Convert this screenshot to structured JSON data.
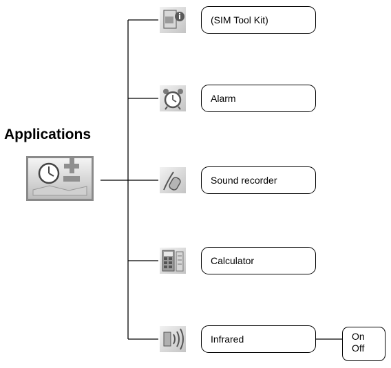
{
  "heading": "Applications",
  "main_icon": "applications-clock-plus-minus-icon",
  "items": [
    {
      "label": "(SIM Tool Kit)",
      "icon": "sim-card-info-icon"
    },
    {
      "label": "Alarm",
      "icon": "alarm-clock-icon"
    },
    {
      "label": "Sound recorder",
      "icon": "microphone-recorder-icon"
    },
    {
      "label": "Calculator",
      "icon": "calculator-icon"
    },
    {
      "label": "Infrared",
      "icon": "infrared-icon"
    }
  ],
  "infrared_options": [
    "On",
    "Off"
  ]
}
